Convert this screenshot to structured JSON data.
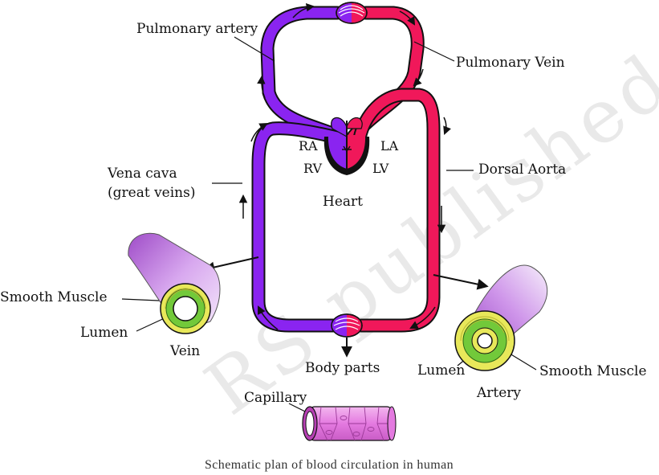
{
  "caption": "Schematic plan of blood circulation in human",
  "watermark": "RS published",
  "colors": {
    "deoxygenated": "#8a24f0",
    "oxygenated": "#f0185a",
    "vessel_outline": "#111111",
    "muscle_yellow": "#e8e85a",
    "muscle_green": "#72c93a",
    "sleeve_purple": "#c084e0",
    "capillary_pink": "#e47ae0"
  },
  "labels": {
    "pulmonary_artery": "Pulmonary artery",
    "pulmonary_vein": "Pulmonary Vein",
    "ra": "RA",
    "la": "LA",
    "rv": "RV",
    "lv": "LV",
    "vena_cava_line1": "Vena cava",
    "vena_cava_line2": "(great veins)",
    "dorsal_aorta": "Dorsal Aorta",
    "heart": "Heart",
    "smooth_muscle_left": "Smooth Muscle",
    "lumen_left": "Lumen",
    "vein": "Vein",
    "body_parts": "Body parts",
    "lumen_right": "Lumen",
    "smooth_muscle_right": "Smooth Muscle",
    "artery": "Artery",
    "capillary": "Capillary"
  }
}
